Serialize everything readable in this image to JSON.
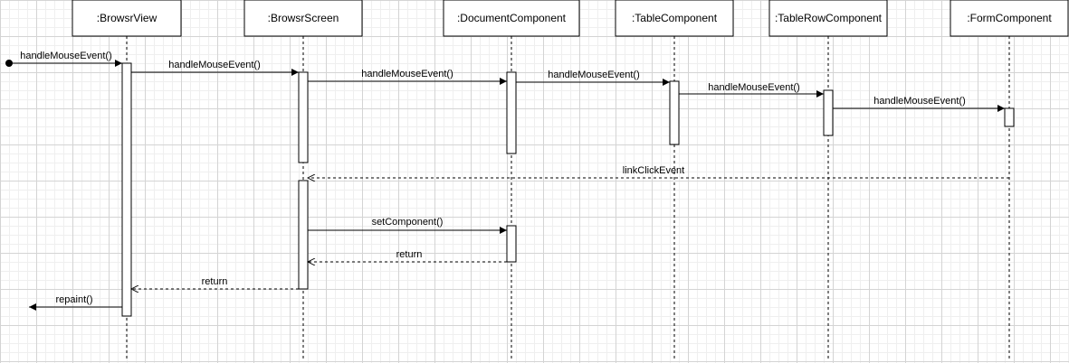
{
  "participants": [
    {
      "id": "view",
      "label": ":BrowsrView"
    },
    {
      "id": "screen",
      "label": ":BrowsrScreen"
    },
    {
      "id": "doc",
      "label": ":DocumentComponent"
    },
    {
      "id": "table",
      "label": ":TableComponent"
    },
    {
      "id": "row",
      "label": ":TableRowComponent"
    },
    {
      "id": "form",
      "label": ":FormComponent"
    }
  ],
  "messages": [
    {
      "label": "handleMouseEvent()",
      "from": "found",
      "to": "view",
      "kind": "sync"
    },
    {
      "label": "handleMouseEvent()",
      "from": "view",
      "to": "screen",
      "kind": "sync"
    },
    {
      "label": "handleMouseEvent()",
      "from": "screen",
      "to": "doc",
      "kind": "sync"
    },
    {
      "label": "handleMouseEvent()",
      "from": "doc",
      "to": "table",
      "kind": "sync"
    },
    {
      "label": "handleMouseEvent()",
      "from": "table",
      "to": "row",
      "kind": "sync"
    },
    {
      "label": "handleMouseEvent()",
      "from": "row",
      "to": "form",
      "kind": "sync"
    },
    {
      "label": "linkClickEvent",
      "from": "form",
      "to": "screen",
      "kind": "return"
    },
    {
      "label": "setComponent()",
      "from": "screen",
      "to": "doc",
      "kind": "sync"
    },
    {
      "label": "return",
      "from": "doc",
      "to": "screen",
      "kind": "return"
    },
    {
      "label": "return",
      "from": "screen",
      "to": "view",
      "kind": "return"
    },
    {
      "label": "repaint()",
      "from": "view",
      "to": "lost",
      "kind": "sync"
    }
  ]
}
